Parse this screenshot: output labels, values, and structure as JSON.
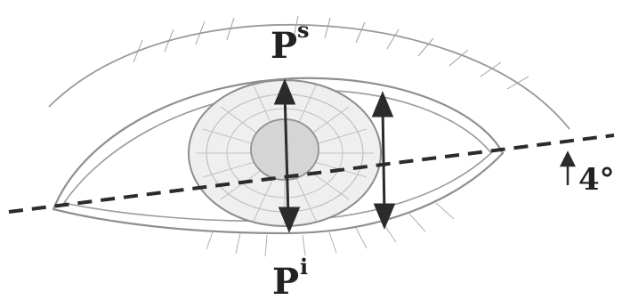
{
  "diagram": {
    "labels": {
      "superior": {
        "base": "P",
        "sup": "s"
      },
      "inferior": {
        "base": "P",
        "sup": "i"
      },
      "angle": "4°"
    },
    "colors": {
      "line": "#2b2b2b",
      "sketch": "#8a8a8a",
      "background": "#ffffff"
    }
  }
}
